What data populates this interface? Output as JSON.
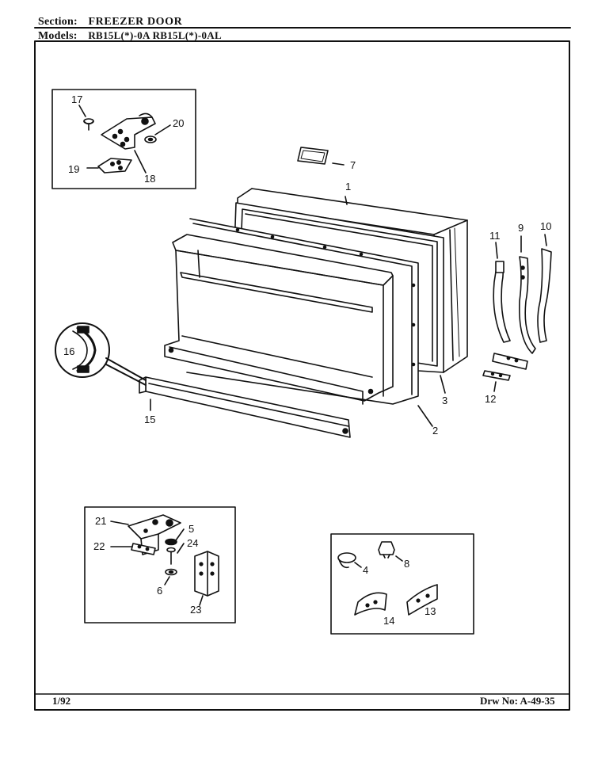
{
  "header": {
    "section_label": "Section:",
    "section_value": "FREEZER DOOR",
    "models_label": "Models:",
    "models_value": "RB15L(*)-0A  RB15L(*)-0AL"
  },
  "footer": {
    "date": "1/92",
    "drawing_number": "Drw No: A-49-35"
  },
  "callouts": [
    "1",
    "2",
    "3",
    "4",
    "5",
    "6",
    "7",
    "8",
    "9",
    "10",
    "11",
    "12",
    "13",
    "14",
    "15",
    "16",
    "17",
    "18",
    "19",
    "20",
    "21",
    "22",
    "23",
    "24"
  ]
}
